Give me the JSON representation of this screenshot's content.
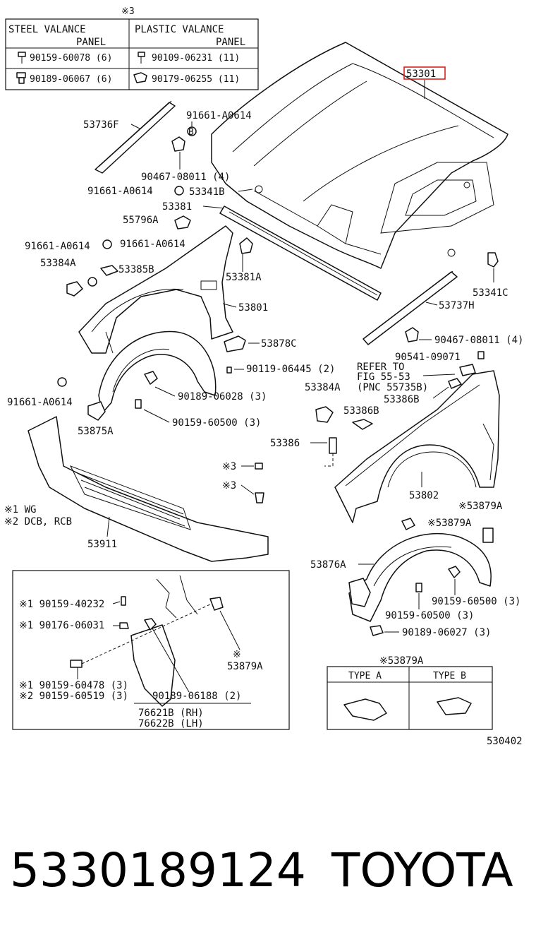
{
  "legend": {
    "note_mark": "※3",
    "col1_line1": "STEEL  VALANCE",
    "col1_line2": "PANEL",
    "col2_line1": "PLASTIC  VALANCE",
    "col2_line2": "PANEL",
    "row1_col1": "90159-60078 (6)",
    "row2_col1": "90189-06067 (6)",
    "row1_col2": "90109-06231 (11)",
    "row2_col2": "90179-06255 (11)"
  },
  "callouts": {
    "hood": "53301",
    "hood_support_f": "53736F",
    "clip_a0614_top": "91661-A0614",
    "clip_08011_top": "90467-08011 (4)",
    "clip_a0614_mid": "91661-A0614",
    "seal_53341b": "53341B",
    "seal_53381": "53381",
    "clip_55796a": "55796A",
    "clip_a0614_left1": "91661-A0614",
    "clip_a0614_left2": "91661-A0614",
    "clip_53384a_left": "53384A",
    "clip_53385b": "53385B",
    "seal_53381a": "53381A",
    "apron_53801": "53801",
    "bracket_53878c": "53878C",
    "bolt_06445": "90119-06445 (2)",
    "seal_53341c": "53341C",
    "seal_53737h": "53737H",
    "clip_08011_right": "90467-08011 (4)",
    "bolt_09071": "90541-09071",
    "refer_line1": "REFER  TO",
    "refer_line2": "FIG 55-53",
    "refer_line3": "(PNC 55735B)",
    "clip_53384a_right": "53384A",
    "clip_53386b_upper": "53386B",
    "clip_53386b": "53386B",
    "cushion_53386": "53386",
    "fender_53802": "53802",
    "clip_a0614_bottom": "91661-A0614",
    "liner_53875a": "53875A",
    "screw_06028": "90189-06028 (3)",
    "bolt_60500_left": "90159-60500 (3)",
    "mark3_upper": "※3",
    "mark3_lower": "※3",
    "note1": "※1  WG",
    "note2": "※2  DCB, RCB",
    "valance_53911": "53911",
    "clip_53879a_top": "※53879A",
    "clip_53879a_mid": "※53879A",
    "liner_53876a": "53876A",
    "bolt_60500_right1": "90159-60500 (3)",
    "bolt_60500_right2": "90159-60500 (3)",
    "screw_06027": "90189-06027 (3)",
    "mud_40232": "※1 90159-40232",
    "mud_06031": "※1 90176-06031",
    "mud_53879a_mark": "※",
    "mud_53879a": "53879A",
    "mud_60478": "※1 90159-60478 (3)",
    "mud_60519": "※2 90159-60519 (3)",
    "mud_06188": "90189-06188 (2)",
    "mud_rh": "76621B (RH)",
    "mud_lh": "76622B (LH)",
    "types_title": "※53879A",
    "type_a": "TYPE  A",
    "type_b": "TYPE  B",
    "diagram_code": "530402"
  },
  "footer": {
    "part_number": "5330189124",
    "brand": "TOYOTA"
  },
  "highlight_color": "#d21414"
}
